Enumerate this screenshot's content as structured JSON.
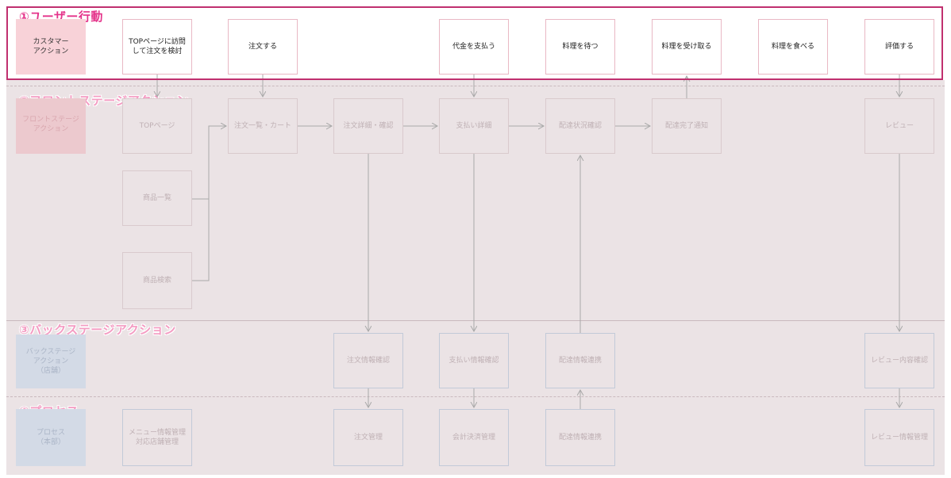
{
  "lanes": [
    {
      "id": "user",
      "title": "①ユーザー行動",
      "label": "カスタマー\nアクション"
    },
    {
      "id": "front",
      "title": "②フロントステージアクション",
      "label": "フロントステージ\nアクション"
    },
    {
      "id": "back",
      "title": "③バックステージアクション",
      "label": "バックステージ\nアクション\n（店舗）"
    },
    {
      "id": "process",
      "title": "④プロセス",
      "label": "プロセス\n（本部）"
    }
  ],
  "user_actions": [
    "TOPページに訪問\nして注文を検討",
    "注文する",
    "代金を支払う",
    "料理を待つ",
    "料理を受け取る",
    "料理を食べる",
    "評価する"
  ],
  "front_actions": {
    "top": "TOPページ",
    "list": "商品一覧",
    "search": "商品検索",
    "cart": "注文一覧・カート",
    "order_detail": "注文詳細・確認",
    "payment_detail": "支払い詳細",
    "delivery_status": "配達状況確認",
    "delivery_done": "配達完了通知",
    "review": "レビュー"
  },
  "back_actions": {
    "order_check": "注文情報確認",
    "payment_check": "支払い情報確認",
    "delivery_link": "配達情報連携",
    "review_check": "レビュー内容確認"
  },
  "processes": {
    "menu": "メニュー情報管理\n対応店舗管理",
    "order": "注文管理",
    "settlement": "会計決済管理",
    "delivery": "配達情報連携",
    "review": "レビュー情報管理"
  },
  "colors": {
    "highlight": "#c0306f",
    "title_active": "#e4338a",
    "title_muted": "#f49bc2",
    "customer_label_bg": "#f8d2d8",
    "back_label_bg": "#d3dae6",
    "muted_bg": "#ebe3e5",
    "arrow": "#a9a9a9"
  }
}
